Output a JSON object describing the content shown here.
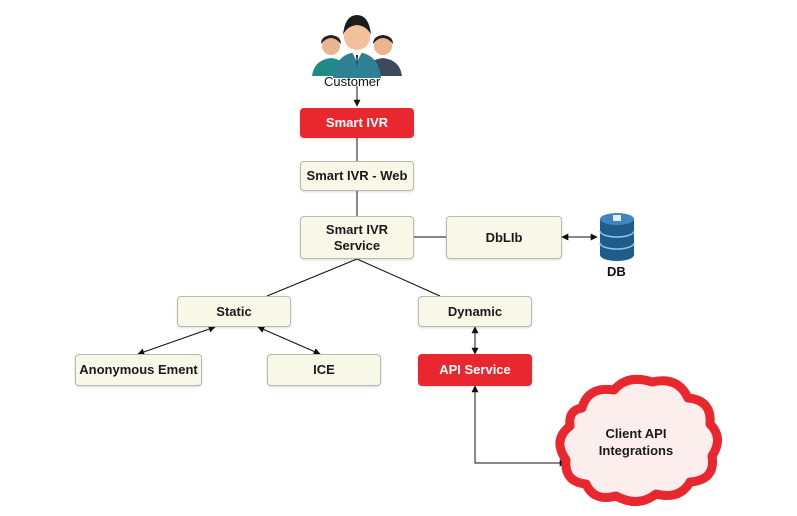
{
  "nodes": {
    "customer": "Customer",
    "smart_ivr": "Smart IVR",
    "smart_ivr_web": "Smart IVR - Web",
    "smart_ivr_service_line1": "Smart IVR",
    "smart_ivr_service_line2": "Service",
    "dblib": "DbLIb",
    "db": "DB",
    "static": "Static",
    "dynamic": "Dynamic",
    "anonymous_ement": "Anonymous Ement",
    "ice": "ICE",
    "api_service": "API Service",
    "client_api_line1": "Client API",
    "client_api_line2": "Integrations"
  },
  "colors": {
    "accent_red": "#e8272e",
    "node_fill": "#f8f8e9",
    "node_border": "#b9b9ae",
    "cloud_outline": "#e8272e",
    "db_blue": "#1e5c8c"
  },
  "icons": {
    "customer": "customer-group-icon",
    "db": "database-cylinder-icon",
    "client_api": "cloud-icon"
  }
}
